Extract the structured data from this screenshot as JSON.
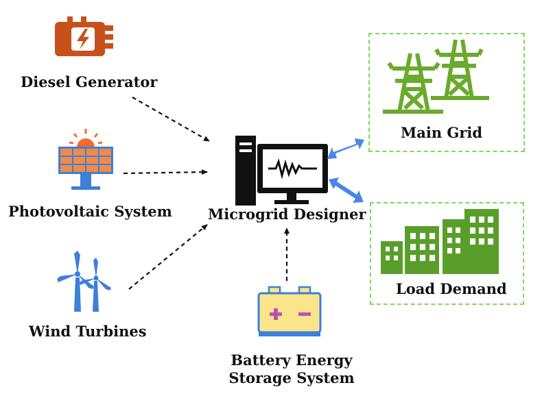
{
  "nodes": {
    "diesel": {
      "label": "Diesel Generator",
      "icon": "generator-icon"
    },
    "pv": {
      "label": "Photovoltaic System",
      "icon": "solar-panel-icon"
    },
    "wind": {
      "label": "Wind Turbines",
      "icon": "wind-turbine-icon"
    },
    "designer": {
      "label": "Microgrid Designer",
      "icon": "computer-monitor-icon"
    },
    "battery": {
      "label_line1": "Battery Energy",
      "label_line2": "Storage System",
      "icon": "battery-icon"
    },
    "grid": {
      "label": "Main Grid",
      "icon": "transmission-tower-icon"
    },
    "load": {
      "label": "Load Demand",
      "icon": "buildings-icon"
    }
  },
  "colors": {
    "generator": "#c8501a",
    "solar_panel": "#f08a4b",
    "sun": "#f26b2a",
    "turbine": "#3d7fd9",
    "battery_body": "#fbe58a",
    "battery_stroke": "#3d7fd9",
    "battery_plus": "#c050b0",
    "tower": "#6aaa2c",
    "building": "#5a9e2a",
    "box_border": "#7ed957",
    "arrow_bidirectional": "#3d7fd9",
    "monitor": "#111111"
  }
}
